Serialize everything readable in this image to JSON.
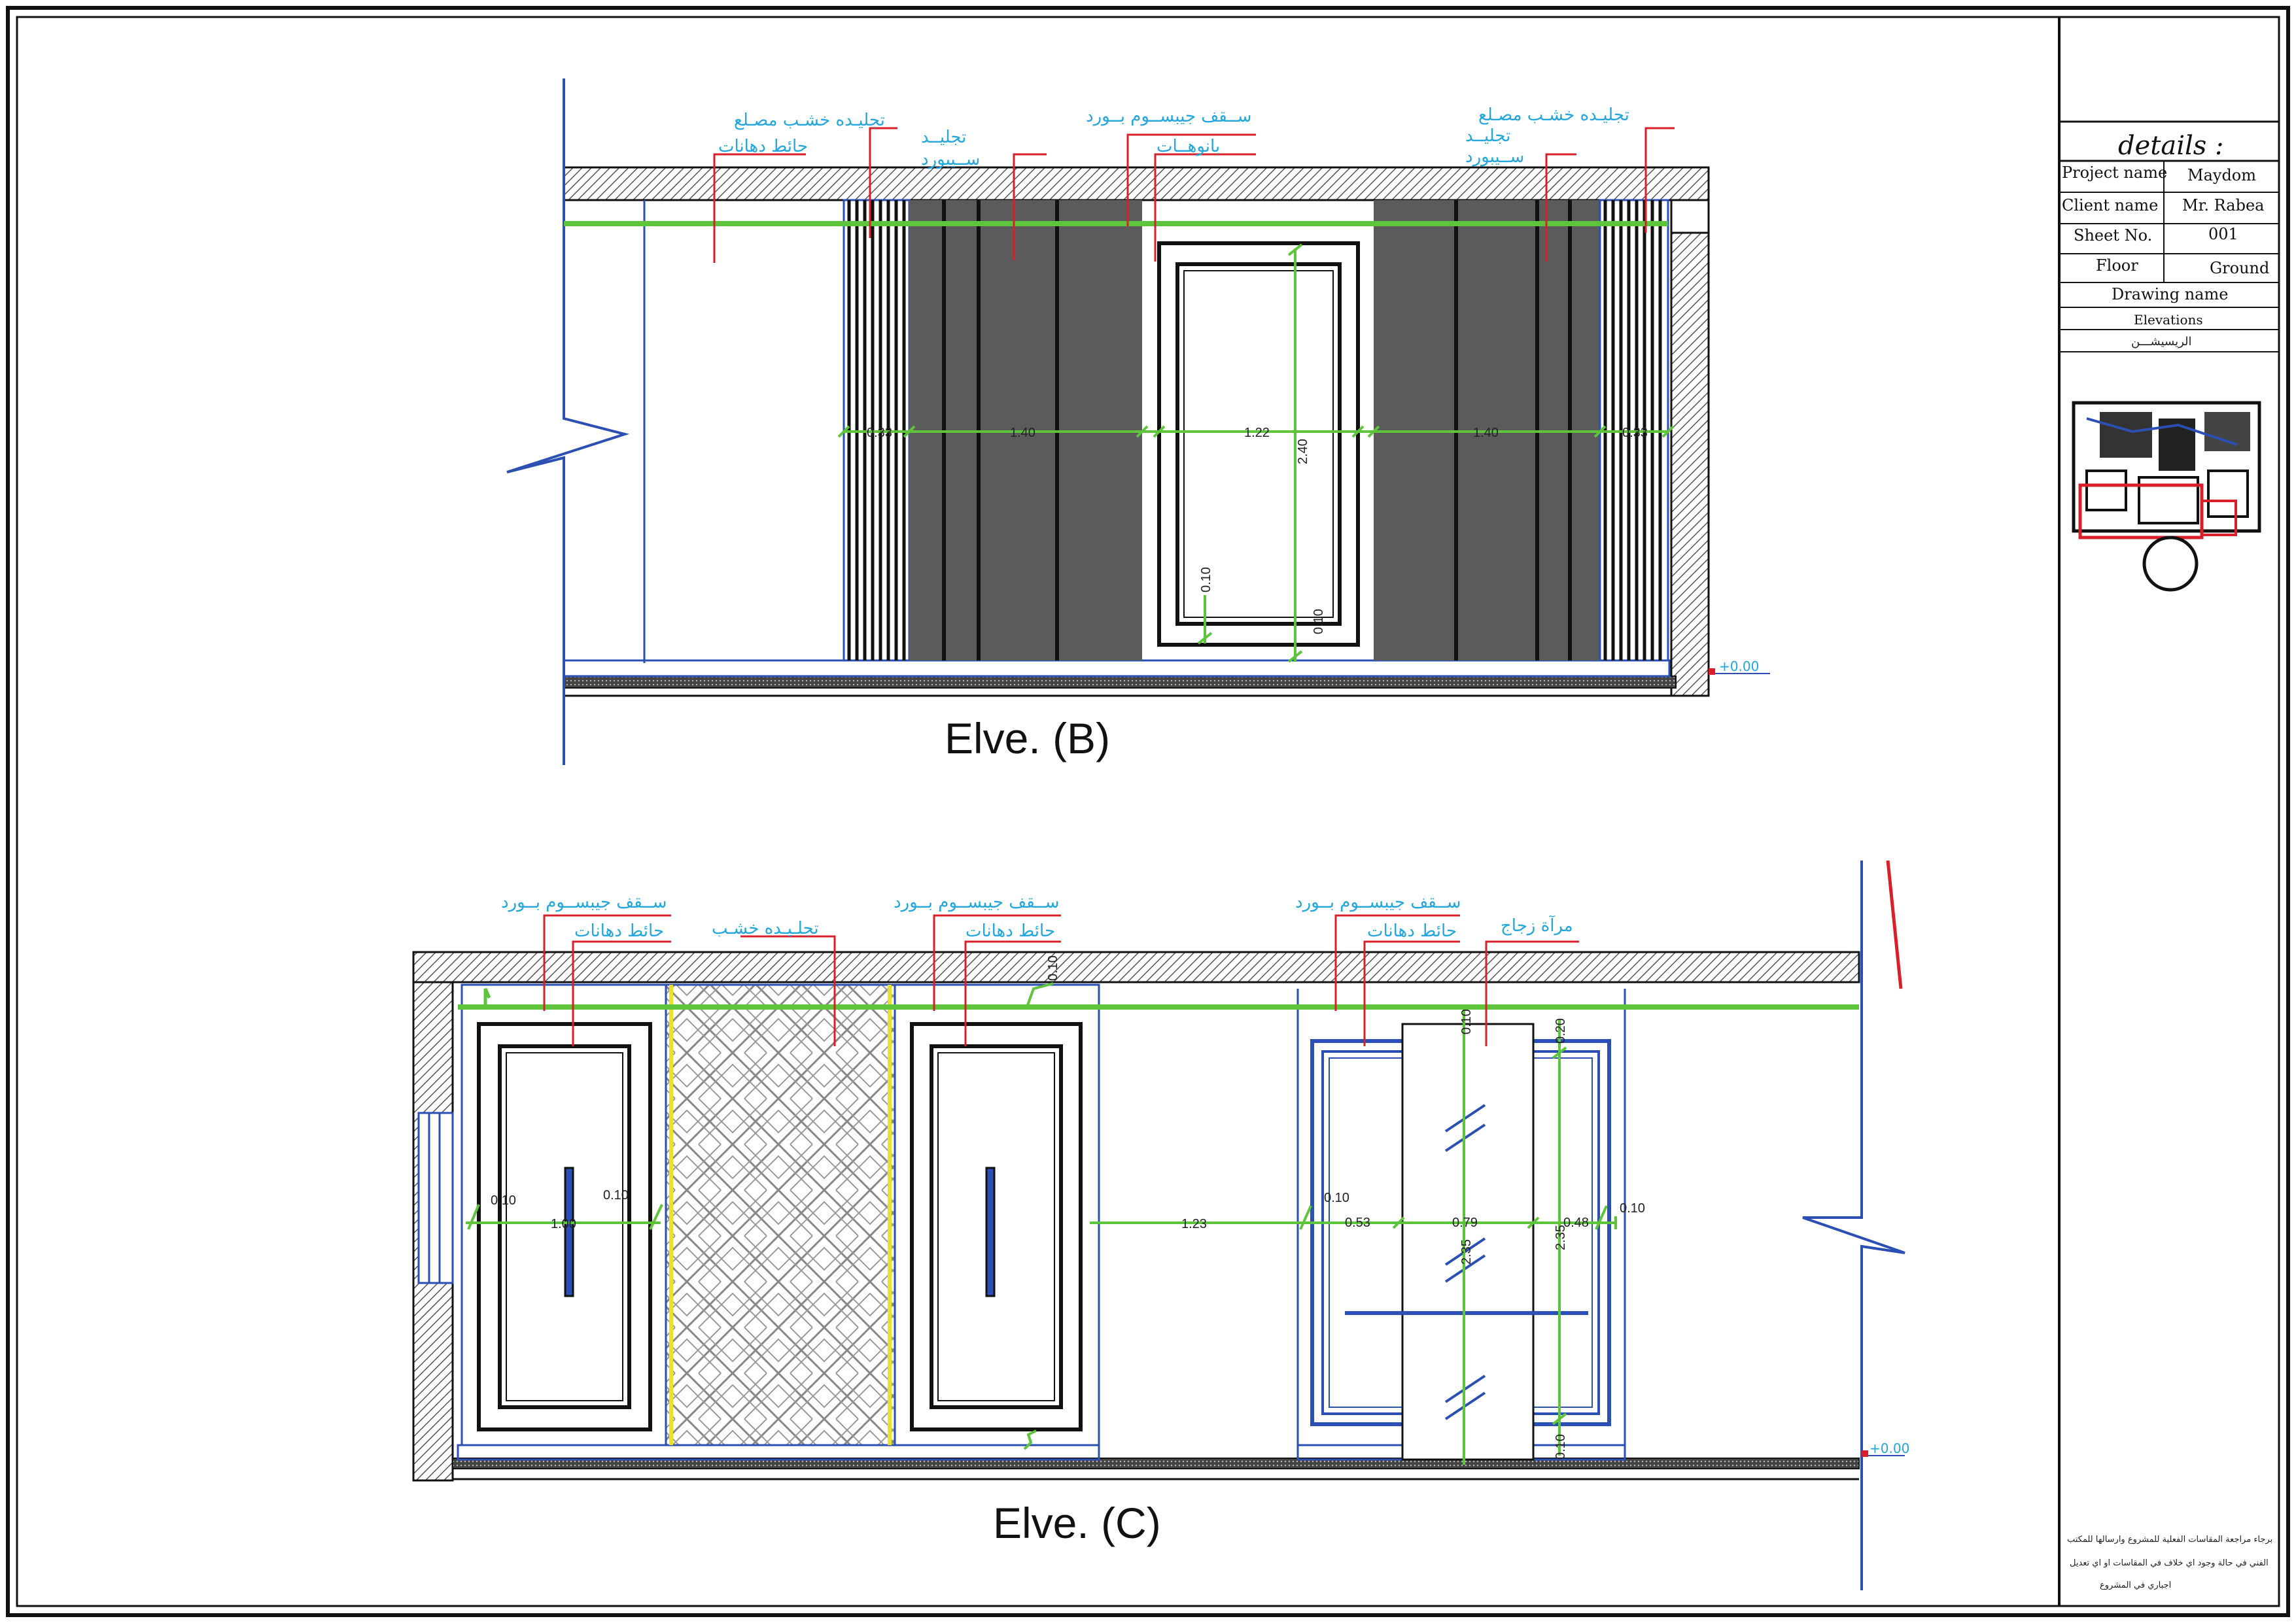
{
  "colors": {
    "blue": "#2b4fb3",
    "green": "#5ec43c",
    "red": "#d9202a",
    "label": "#23a6dc",
    "panel": "#5b5b5b",
    "hatch": "#555555",
    "yellow": "#e8e22a"
  },
  "elevation_b": {
    "title": "Elve. (B)",
    "level": "+0.00",
    "labels": {
      "left_wood": "تجليـده خشـب مصـلع",
      "left_wall": "حائط دهانات",
      "mid_cladding_1": "تجليــد",
      "mid_cladding_2": "ســيبورد",
      "ceiling": "ســقف جيبســوم بــورد",
      "panels": "بانوهــات",
      "right_wood": "تجليـده خشـب مصـلع",
      "right_cladding_1": "تجليــد",
      "right_cladding_2": "ســيبورد"
    },
    "dims": {
      "d1": "0.33",
      "d2": "1.40",
      "d3": "1.22",
      "d4": "1.40",
      "d5": "0.33",
      "h1": "2.40",
      "h2": "0.10",
      "h3": "0.10"
    }
  },
  "elevation_c": {
    "title": "Elve. (C)",
    "level": "+0.00",
    "labels": {
      "ceiling_1": "ســقف جيبســوم بــورد",
      "wall_1": "حائط دهانات",
      "wood": "تجلـيـده خشـب",
      "ceiling_2": "ســقف جيبســوم بــورد",
      "wall_2": "حائط دهانات",
      "ceiling_3": "ســقف جيبســوم بــورد",
      "wall_3": "حائط دهانات",
      "mirror": "مرآة زجاج"
    },
    "dims": {
      "d1": "0.10",
      "d2": "1.00",
      "d3": "0.10",
      "d4": "1.23",
      "d5": "0.10",
      "d6": "0.53",
      "d7": "0.79",
      "d8": "0.48",
      "d9": "0.10",
      "h1": "2.35",
      "h2": "2.35",
      "h3": "0.20",
      "h4": "0.10",
      "h5": "0.10",
      "h6": "0.10"
    }
  },
  "title_block": {
    "heading": "details :",
    "rows": [
      {
        "label": "Project name",
        "value": "Maydom"
      },
      {
        "label": "Client name",
        "value": "Mr. Rabea"
      },
      {
        "label": "Sheet No.",
        "value": "001"
      },
      {
        "label": "Floor",
        "value": "Ground"
      }
    ],
    "drawing_name_label": "Drawing name",
    "drawing_name": "Elevations",
    "drawing_name_ar": "الريسيشـــن",
    "note_lines": [
      "برجاء مراجعة المقاسات الفعلية للمشروع وارسالها للمكتب",
      "الفني في حالة وجود اي خلاف في المقاسات او اي تعديل",
      "اجباري في المشروع"
    ]
  }
}
